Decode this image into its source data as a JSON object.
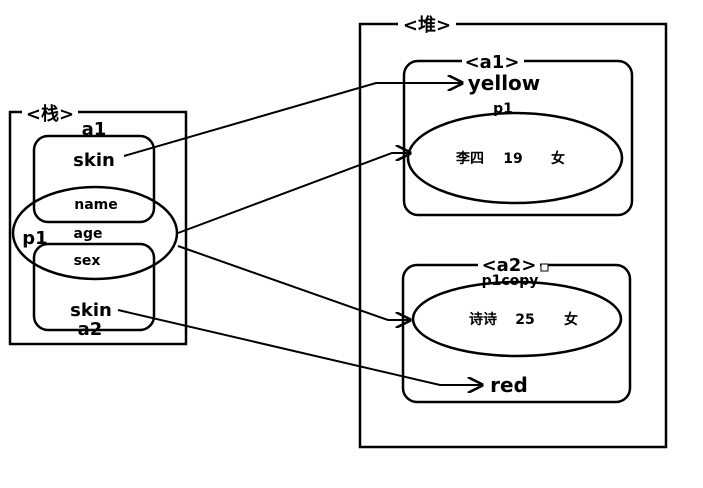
{
  "stack": {
    "title": "<栈>",
    "a1_label": "a1",
    "a1_skin": "skin",
    "p1_label": "p1",
    "p1_fields": [
      "name",
      "age",
      "sex"
    ],
    "a2_skin": "skin",
    "a2_label": "a2"
  },
  "heap": {
    "title": "<堆>",
    "a1": {
      "title": "<a1>",
      "skin_value": "yellow",
      "person_label": "p1",
      "person": {
        "name": "李四",
        "age": "19",
        "sex": "女"
      }
    },
    "a2": {
      "title": "<a2>",
      "person_label": "p1copy",
      "person": {
        "name": "诗诗",
        "age": "25",
        "sex": "女"
      },
      "skin_value": "red"
    }
  },
  "colors": {
    "ink": "#000000",
    "background": "#ffffff"
  }
}
